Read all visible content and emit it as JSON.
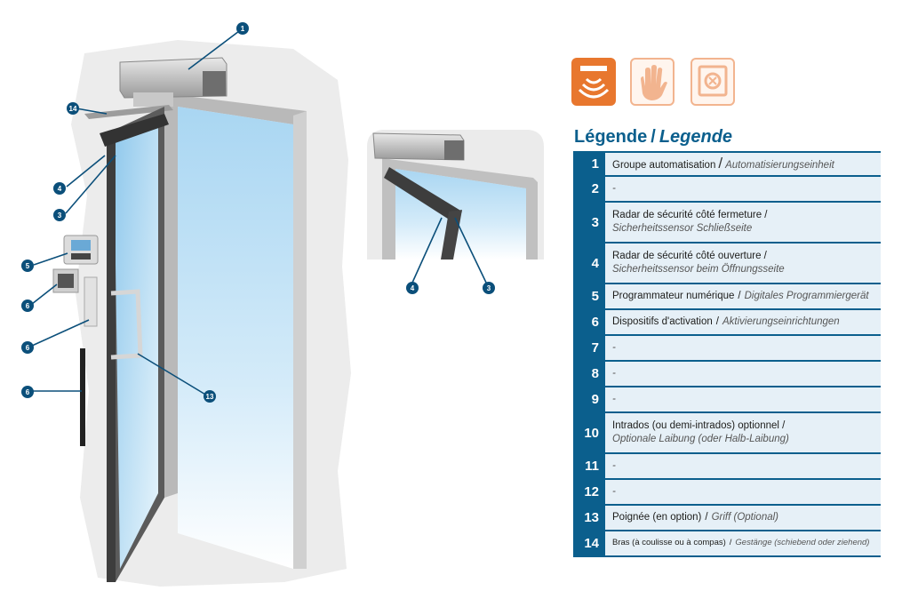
{
  "legend": {
    "title_fr": "Légende",
    "title_sep": "/",
    "title_de": "Legende",
    "rows": [
      {
        "num": "1",
        "fr": "Groupe automatisation",
        "sep": "/",
        "de": "Automatisierungseinheit",
        "layout": "inline"
      },
      {
        "num": "2",
        "fr": "",
        "sep": "",
        "de": "-",
        "layout": "inline"
      },
      {
        "num": "3",
        "fr": "Radar de sécurité côté fermeture /",
        "sep": "",
        "de": "Sicherheitssensor Schließseite",
        "layout": "stacked"
      },
      {
        "num": "4",
        "fr": "Radar de sécurité côté ouverture /",
        "sep": "",
        "de": "Sicherheitssensor beim Öffnungsseite",
        "layout": "stacked"
      },
      {
        "num": "5",
        "fr": "Programmateur numérique",
        "sep": "/",
        "de": "Digitales Programmiergerät",
        "layout": "inline"
      },
      {
        "num": "6",
        "fr": "Dispositifs d'activation",
        "sep": "/",
        "de": "Aktivierungseinrichtungen",
        "layout": "inline"
      },
      {
        "num": "7",
        "fr": "",
        "sep": "",
        "de": "-",
        "layout": "inline"
      },
      {
        "num": "8",
        "fr": "",
        "sep": "",
        "de": "-",
        "layout": "inline"
      },
      {
        "num": "9",
        "fr": "",
        "sep": "",
        "de": "-",
        "layout": "inline"
      },
      {
        "num": "10",
        "fr": "Intrados (ou demi-intrados) optionnel /",
        "sep": "",
        "de": "Optionale Laibung (oder Halb-Laibung)",
        "layout": "stacked"
      },
      {
        "num": "11",
        "fr": "",
        "sep": "",
        "de": "-",
        "layout": "inline"
      },
      {
        "num": "12",
        "fr": "",
        "sep": "",
        "de": "-",
        "layout": "inline"
      },
      {
        "num": "13",
        "fr": "Poignée (en option)",
        "sep": "/",
        "de": "Griff (Optional)",
        "layout": "inline"
      },
      {
        "num": "14",
        "fr": "Bras (à coulisse ou à compas)",
        "sep": "/",
        "de": "Gestänge (schiebend oder ziehend)",
        "layout": "inline",
        "small": true
      }
    ]
  },
  "icons": [
    {
      "name": "radar-sensor-icon",
      "color": "#e8772e",
      "filled": true
    },
    {
      "name": "hand-touch-icon",
      "color": "#f2b48f",
      "filled": false
    },
    {
      "name": "safe-lock-icon",
      "color": "#f2b48f",
      "filled": false
    }
  ],
  "callouts_main": [
    "1",
    "14",
    "4",
    "3",
    "5",
    "6",
    "6",
    "6",
    "13"
  ],
  "callouts_detail": [
    "4",
    "3"
  ],
  "colors": {
    "accent_blue": "#0b5f8d",
    "row_bg": "#e6f0f7",
    "icon_orange": "#e8772e"
  }
}
